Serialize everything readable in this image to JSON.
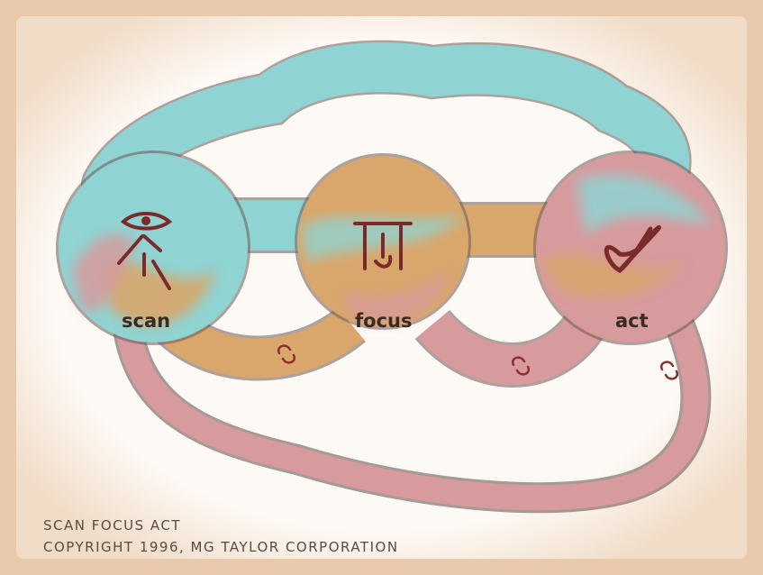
{
  "diagram": {
    "nodes": [
      {
        "id": "scan",
        "label": "scan",
        "symbol": "eye-glyph-icon"
      },
      {
        "id": "focus",
        "label": "focus",
        "symbol": "gate-glyph-icon"
      },
      {
        "id": "act",
        "label": "act",
        "symbol": "infinity-glyph-icon"
      }
    ],
    "loop_marker": "cycle-arrows-icon",
    "colors": {
      "frame": "#e8c9ac",
      "background": "#fdf9f5",
      "teal": "#8fd3d2",
      "ochre": "#d9a66b",
      "rose": "#d79a9d",
      "outline": "#6b5a55",
      "ink": "#7a2a2a"
    }
  },
  "caption": {
    "title": "SCAN FOCUS ACT",
    "copyright": "COPYRIGHT 1996, MG TAYLOR CORPORATION"
  }
}
